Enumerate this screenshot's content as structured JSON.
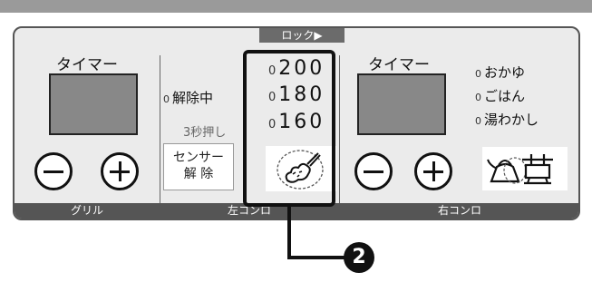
{
  "panel": {
    "lock_label": "ロック▶",
    "sections": {
      "grill": "グリル",
      "left_stove": "左コンロ",
      "right_stove": "右コンロ"
    }
  },
  "grill": {
    "timer_label": "タイマー"
  },
  "left_stove": {
    "unlock_indicator": "解除中",
    "hold_hint": "3秒押し",
    "sensor_button_line1": "センサー",
    "sensor_button_line2": "解 除",
    "temperatures": [
      "200",
      "180",
      "160"
    ]
  },
  "right_stove": {
    "timer_label": "タイマー",
    "modes": [
      "おかゆ",
      "ごはん",
      "湯わかし"
    ]
  },
  "indicator_dot": "0",
  "callout_number": "2"
}
